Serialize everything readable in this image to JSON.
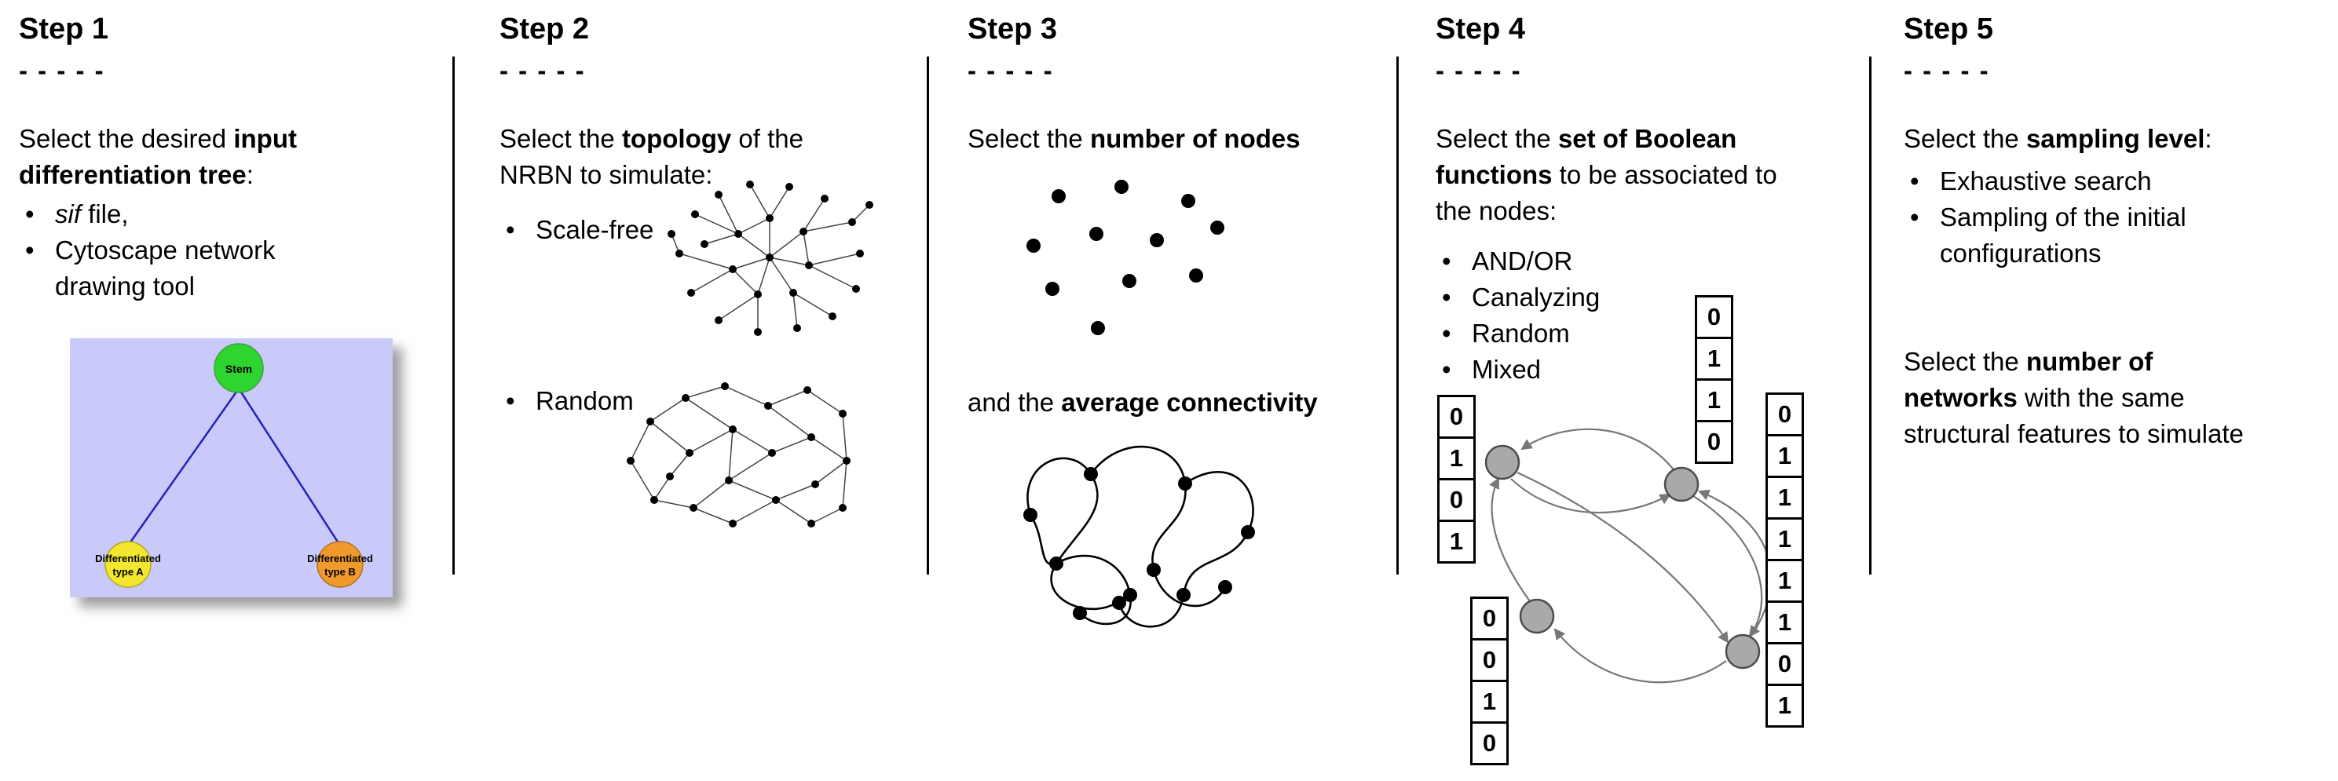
{
  "ui": {
    "bullet": "•"
  },
  "step1": {
    "title": "Step 1",
    "dashes": "- - - - -",
    "intro": {
      "pre": "Select the desired ",
      "bold1": "input",
      "bold2": "differentiation tree",
      "post": ":"
    },
    "bullet1": {
      "italic": "sif",
      "rest": " file,"
    },
    "bullet2": {
      "line1": "Cytoscape network",
      "line2": "drawing tool"
    },
    "tree": {
      "stem": "Stem",
      "a_line1": "Differentiated",
      "a_line2": "type A",
      "b_line1": "Differentiated",
      "b_line2": "type B",
      "bg": "#c9c9fa",
      "stem_color": "#2ed52e",
      "a_color": "#f2e62e",
      "b_color": "#f09a2e",
      "edge_color": "#2222bb"
    }
  },
  "step2": {
    "title": "Step 2",
    "dashes": "- - - - -",
    "intro": {
      "pre": "Select the ",
      "bold": "topology",
      "mid": " of the",
      "line2": "NRBN to simulate:"
    },
    "bullet1": "Scale-free",
    "bullet2": "Random"
  },
  "step3": {
    "title": "Step 3",
    "dashes": "- - - - -",
    "line1": {
      "pre": "Select the ",
      "bold": "number of nodes"
    },
    "line2": {
      "pre": "and the ",
      "bold": "average connectivity"
    }
  },
  "step4": {
    "title": "Step 4",
    "dashes": "- - - - -",
    "intro": {
      "pre": "Select the ",
      "bold1": "set of Boolean",
      "bold2": "functions",
      "mid": " to be associated to",
      "post": "the nodes:"
    },
    "bullets": [
      "AND/OR",
      "Canalyzing",
      "Random",
      "Mixed"
    ],
    "truth_tables": {
      "left": [
        "0",
        "1",
        "0",
        "1"
      ],
      "top": [
        "0",
        "1",
        "1",
        "0"
      ],
      "right": [
        "0",
        "1",
        "1",
        "1",
        "1",
        "1",
        "0",
        "1"
      ],
      "bottom": [
        "0",
        "0",
        "1",
        "0"
      ]
    }
  },
  "step5": {
    "title": "Step 5",
    "dashes": "- - - - -",
    "intro": {
      "pre": "Select the ",
      "bold": "sampling level",
      "post": ":"
    },
    "bullet1": "Exhaustive search",
    "bullet2": {
      "line1": "Sampling of the initial",
      "line2": "configurations"
    },
    "para2": {
      "pre": "Select the ",
      "bold1": "number of",
      "bold2": "networks",
      "mid": " with the same",
      "line3": "structural features to simulate"
    }
  }
}
